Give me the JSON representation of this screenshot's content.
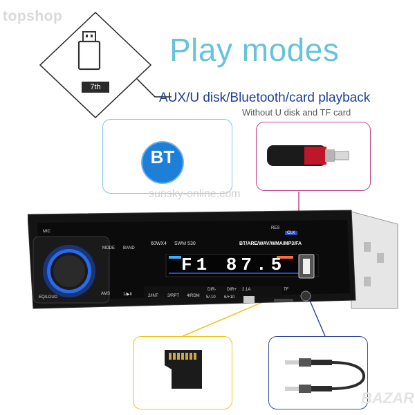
{
  "watermarks": {
    "top_left": "topshop",
    "center": "sunsky-online.com",
    "bottom_right": "BAZAR"
  },
  "header": {
    "title": "Play modes",
    "subtitle": "AUX/U disk/Bluetooth/card playback",
    "note": "Without U disk and TF card"
  },
  "badge": {
    "label": "7th",
    "icon": "usb-icon"
  },
  "bluetooth": {
    "label": "BT"
  },
  "radio": {
    "labels": {
      "mic": "MIC",
      "res": "RES",
      "clk": "CLK",
      "mode": "MODE",
      "band": "BAND",
      "power_output": "60WX4",
      "model": "SWM 530",
      "formats": "BT/ARE/WAV/WMA/MP3/FA",
      "eq_loud": "EQ/LOUD",
      "ams": "AMS",
      "play_pause": "1/▶II",
      "btn_2": "2/INT",
      "btn_3": "3/RPT",
      "btn_4": "4/RDM",
      "btn_5": "5/-10",
      "btn_6": "6/+10",
      "dir_minus": "DIR-",
      "dir_plus": "DIR+",
      "usb_rating": "2.1A",
      "tf": "TF"
    },
    "display": "F1 87.5"
  },
  "colors": {
    "title": "#67c3dc",
    "subtitle": "#1d3f93",
    "bluetooth_frame": "#7fc8e4",
    "usb_frame": "#c0458c",
    "card_frame": "#f0c418",
    "aux_frame": "#2f4a9e",
    "bt_badge": "#1e7fd8"
  }
}
